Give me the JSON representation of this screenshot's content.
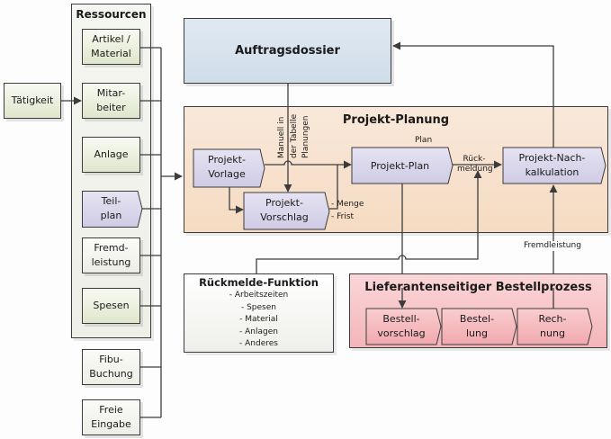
{
  "resources": {
    "title": "Ressourcen",
    "items": [
      {
        "label": "Artikel /\nMaterial"
      },
      {
        "label": "Mitar-\nbeiter"
      },
      {
        "label": "Anlage"
      },
      {
        "label": "Teil-\nplan"
      },
      {
        "label": "Fremd-\nleistung"
      },
      {
        "label": "Spesen"
      }
    ]
  },
  "activity": {
    "label": "Tätigkeit"
  },
  "extra_sources": [
    {
      "label": "Fibu-\nBuchung"
    },
    {
      "label": "Freie\nEingabe"
    }
  ],
  "order_dossier": {
    "title": "Auftragsdossier"
  },
  "project_planning": {
    "title": "Projekt-Planung",
    "manual_note": [
      "Manuell in",
      "der Tabelle",
      "Planungen"
    ],
    "plan_label": "Plan",
    "feedback_label": "Rück-\nmeldung",
    "template": {
      "label": "Projekt-\nVorlage"
    },
    "proposal": {
      "label": "Projekt-\nVorschlag"
    },
    "proposal_notes": [
      "- Menge",
      "- Frist"
    ],
    "plan": {
      "label": "Projekt-Plan"
    },
    "post_calc": {
      "label": "Projekt-Nach-\nkalkulation"
    }
  },
  "feedback_function": {
    "title": "Rückmelde-Funktion",
    "items": [
      "- Arbeitszeiten",
      "- Spesen",
      "- Material",
      "- Anlagen",
      "- Anderes"
    ]
  },
  "external_service_label": "Fremdleistung",
  "supplier_process": {
    "title": "Lieferantenseitiger Bestellprozess",
    "steps": [
      {
        "label": "Bestell-\nvorschlag"
      },
      {
        "label": "Bestel-\nlung"
      },
      {
        "label": "Rech-\nnung"
      }
    ]
  },
  "colors": {
    "resource_fill": "#e6ebd6",
    "dossier_fill": "#d5e3ef",
    "planning_fill": "#f8e2cf",
    "process_fill": "#d9d6ea",
    "supplier_fill": "#f6c3c6",
    "line": "#3c3c3c"
  }
}
